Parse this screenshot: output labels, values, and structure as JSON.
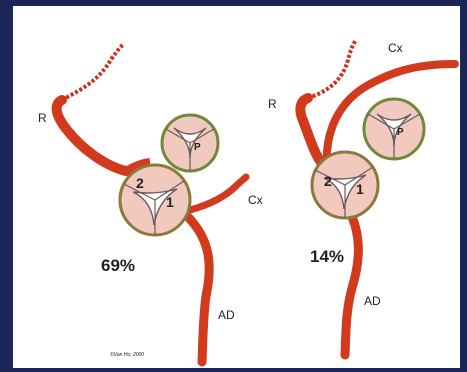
{
  "colors": {
    "frame": "#1b2558",
    "artery": "#d23a1e",
    "artery_dark": "#a8260f",
    "valve_ring_green": "#6e8a3a",
    "valve_ring_olive": "#8b7a3a",
    "valve_fill": "#f2c9bf",
    "leaflet_line": "#6a5a5a"
  },
  "left_panel": {
    "label_r": "R",
    "label_cx": "Cx",
    "label_ad": "AD",
    "cusp_2": "2",
    "cusp_1": "1",
    "cusp_p": "P",
    "percentage": "69%",
    "credit": "©Van Ho, 2000"
  },
  "right_panel": {
    "label_r": "R",
    "label_cx": "Cx",
    "label_ad": "AD",
    "cusp_2": "2",
    "cusp_1": "1",
    "cusp_p": "P",
    "percentage": "14%"
  }
}
